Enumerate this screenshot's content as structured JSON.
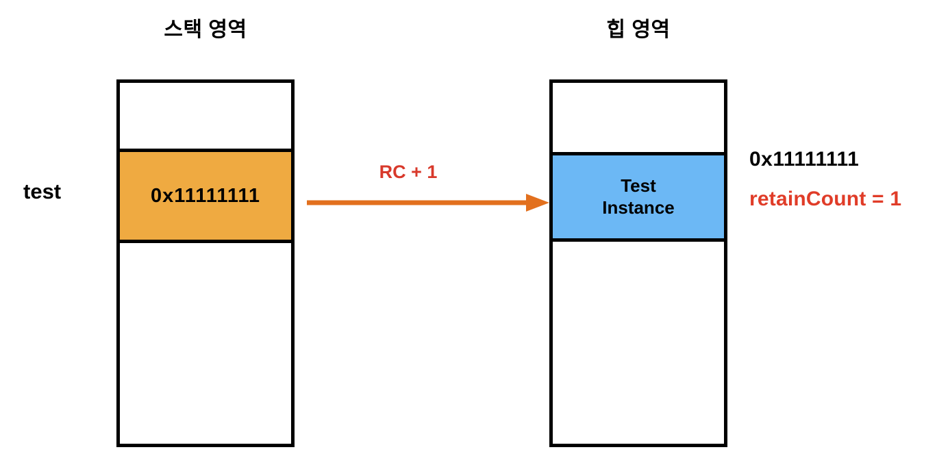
{
  "diagram": {
    "title_stack": "스택 영역",
    "title_heap": "힙 영역",
    "variable_label": "test",
    "stack": {
      "pointer_cell_value": "0x11111111"
    },
    "heap": {
      "object_line_1": "Test",
      "object_line_2": "Instance"
    },
    "arrow": {
      "caption": "RC + 1"
    },
    "annotations": {
      "heap_address": "0x11111111",
      "retain_count": "retainCount = 1"
    },
    "colors": {
      "stack_cell_fill": "#EFAA41",
      "heap_cell_fill": "#6CB8F5",
      "arrow": "#E2701E",
      "arrow_caption_text": "#D8392B",
      "retain_count_text": "#E03C28",
      "outline": "#000000",
      "background": "#FFFFFF"
    }
  }
}
